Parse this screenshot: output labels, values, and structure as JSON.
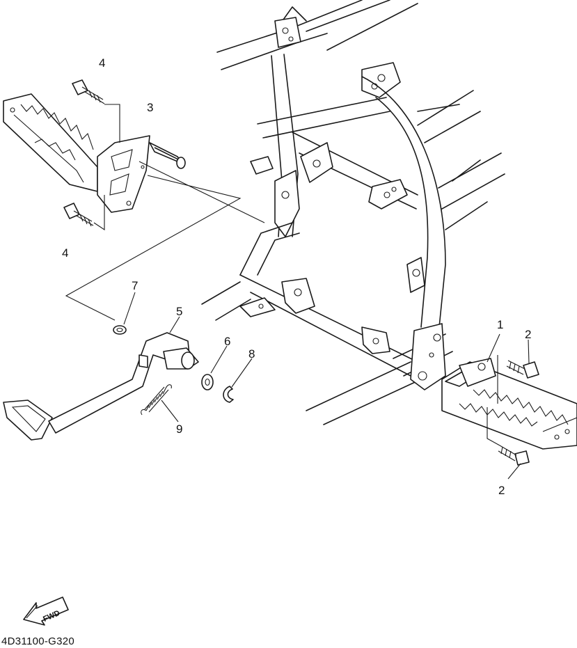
{
  "diagram": {
    "drawing_code": "4D31100-G320",
    "direction_arrow": "FWD",
    "callouts": [
      {
        "id": "c1",
        "label": "1"
      },
      {
        "id": "c2a",
        "label": "2"
      },
      {
        "id": "c2b",
        "label": "2"
      },
      {
        "id": "c3",
        "label": "3"
      },
      {
        "id": "c4a",
        "label": "4"
      },
      {
        "id": "c4b",
        "label": "4"
      },
      {
        "id": "c5",
        "label": "5"
      },
      {
        "id": "c6",
        "label": "6"
      },
      {
        "id": "c7",
        "label": "7"
      },
      {
        "id": "c8",
        "label": "8"
      },
      {
        "id": "c9",
        "label": "9"
      }
    ]
  }
}
